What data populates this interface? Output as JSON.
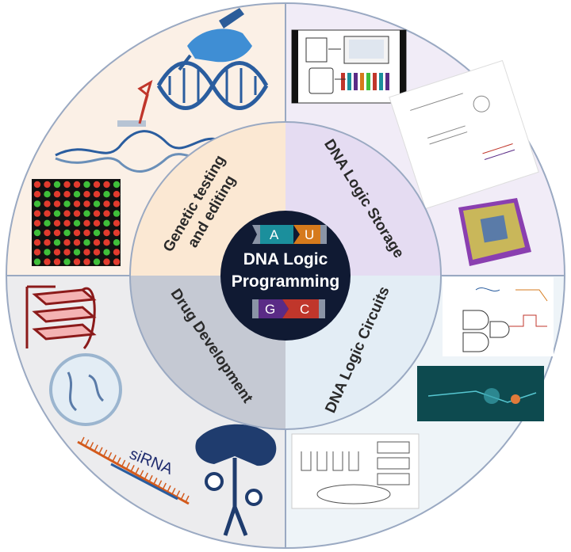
{
  "center": {
    "line1": "DNA Logic",
    "line2": "Programming",
    "nucleotides": [
      "A",
      "U",
      "G",
      "C"
    ]
  },
  "sectors": {
    "top_left": {
      "line1": "Genetic testing",
      "line2": "and editing"
    },
    "top_right": {
      "label": "DNA Logic Storage"
    },
    "bottom_right": {
      "label": "DNA Logic Circuits"
    },
    "bottom_left": {
      "label": "Drug Development"
    }
  },
  "illustrations": {
    "sirna_label": "siRNA"
  },
  "colors": {
    "outer_ring_stroke": "#9aa9c2",
    "quad_top_left": "#fbf0e6",
    "quad_top_right": "#f1ecf7",
    "quad_bottom_left": "#ececee",
    "quad_bottom_right": "#eef4f8",
    "inner_top_left": "#fbe8d3",
    "inner_top_right": "#e5dcf2",
    "inner_bottom_left": "#c5c9d3",
    "inner_bottom_right": "#e3edf5",
    "center": "#101a33",
    "nuc_A": "#1b8f9c",
    "nuc_U": "#d67a1c",
    "nuc_G": "#5a2b86",
    "nuc_C": "#c0362b",
    "dna_blue": "#2a5d9f",
    "hand_blue": "#3f8ed4"
  }
}
